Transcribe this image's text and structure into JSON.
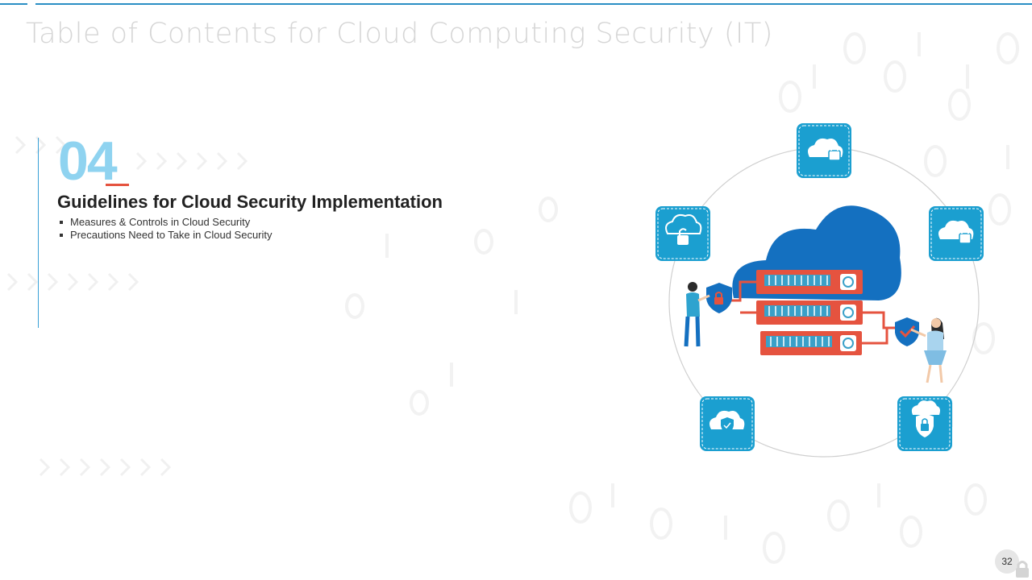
{
  "slide": {
    "title": "Table of Contents for Cloud Computing Security (IT)",
    "page_number": "32"
  },
  "section": {
    "number": "04",
    "heading": "Guidelines for Cloud Security Implementation",
    "items": [
      "Measures & Controls in Cloud Security",
      "Precautions Need to Take in Cloud Security"
    ]
  },
  "illustration": {
    "icons": [
      "cloud-lock-icon",
      "cloud-lock-icon",
      "cloud-unlock-icon",
      "cloud-shield-icon",
      "cloud-shield-lock-icon",
      "server-rack-icon",
      "person-icon",
      "shield-check-icon",
      "lock-icon"
    ]
  },
  "colors": {
    "accent_blue": "#2a8fc4",
    "number_blue": "#8fd3f0",
    "accent_red": "#e5533f",
    "tile_blue": "#1b9fd0",
    "cloud_blue": "#1470c0",
    "server_red": "#e5533f"
  }
}
